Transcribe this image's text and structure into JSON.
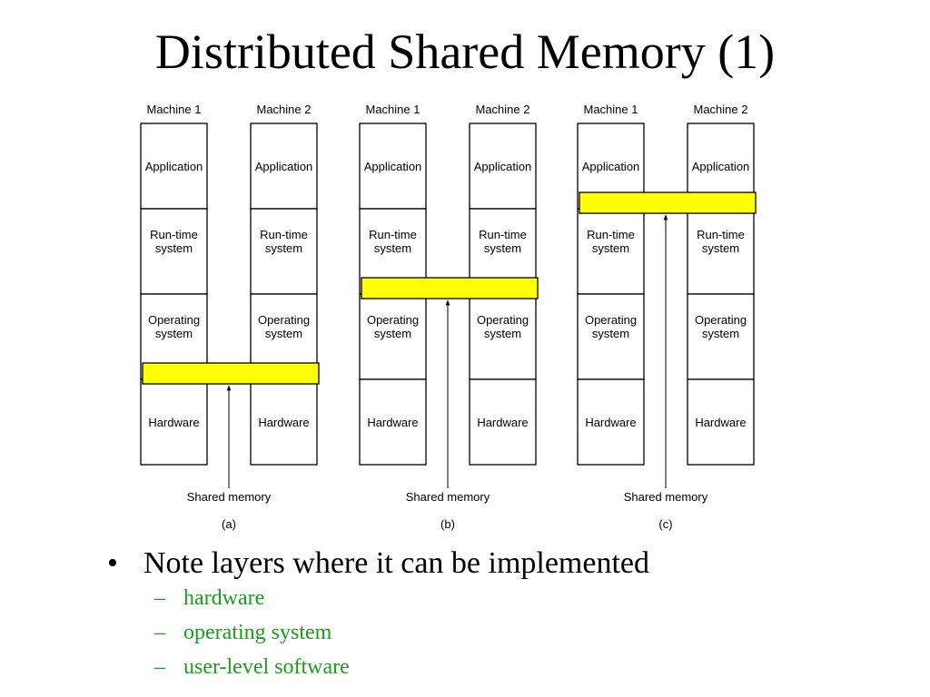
{
  "title": "Distributed Shared Memory (1)",
  "diagram": {
    "panels": [
      {
        "label": "(a)",
        "machines": [
          "Machine 1",
          "Machine 2"
        ],
        "shared_memory_layer": "Hardware",
        "shared_memory_label": "Shared memory"
      },
      {
        "label": "(b)",
        "machines": [
          "Machine 1",
          "Machine 2"
        ],
        "shared_memory_layer": "Operating system",
        "shared_memory_label": "Shared memory"
      },
      {
        "label": "(c)",
        "machines": [
          "Machine 1",
          "Machine 2"
        ],
        "shared_memory_layer": "Run-time system",
        "shared_memory_label": "Shared memory"
      }
    ],
    "layers": [
      [
        "Application"
      ],
      [
        "Run-time",
        "system"
      ],
      [
        "Operating",
        "system"
      ],
      [
        "Hardware"
      ]
    ],
    "colors": {
      "highlight": "#ffff00",
      "stroke": "#000000"
    }
  },
  "bullets": {
    "main": "Note layers where it can be implemented",
    "subs": [
      "hardware",
      "operating system",
      "user-level software"
    ],
    "sub_color": "#1a9f1a"
  }
}
